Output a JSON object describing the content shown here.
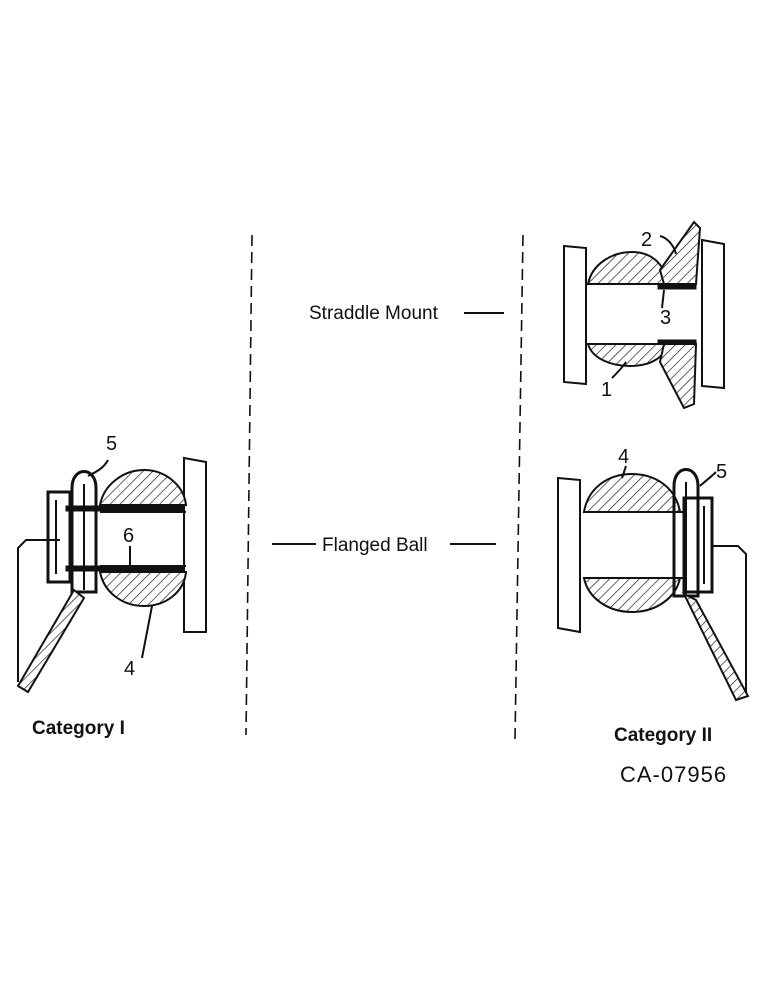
{
  "labels": {
    "straddle_mount": "Straddle Mount",
    "flanged_ball": "Flanged Ball",
    "category_1": "Category I",
    "category_2": "Category II",
    "drawing_code": "CA-07956"
  },
  "callouts": {
    "cat1_pin": "5",
    "cat1_sleeve": "6",
    "cat1_ball": "4",
    "cat2_ball": "4",
    "cat2_pin": "5",
    "straddle_ball": "1",
    "straddle_cone": "2",
    "straddle_sleeve": "3"
  }
}
